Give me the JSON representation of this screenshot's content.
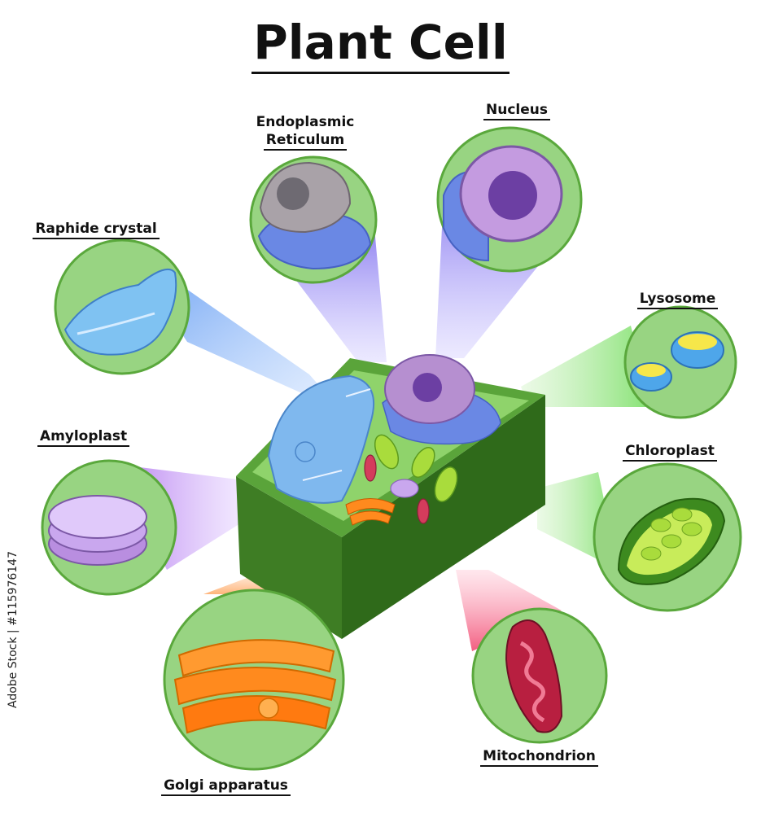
{
  "title": "Plant Cell",
  "labels": {
    "endoplasmic_reticulum_line1": "Endoplasmic",
    "endoplasmic_reticulum_line2": "Reticulum",
    "nucleus": "Nucleus",
    "raphide_crystal": "Raphide crystal",
    "lysosome": "Lysosome",
    "amyloplast": "Amyloplast",
    "chloroplast": "Chloroplast",
    "golgi_apparatus": "Golgi apparatus",
    "mitochondrion": "Mitochondrion"
  },
  "stock_id": "Adobe Stock | #115976147",
  "colors": {
    "circle_fill": "#98d482",
    "circle_stroke": "#5aa83c",
    "cell_wall": "#4a8f2a",
    "cytoplasm": "#8fd36b",
    "vacuole": "#7fb8ee",
    "nucleus": "#b68fd0",
    "er": "#6a88e4",
    "golgi": "#ff8a1e",
    "mitochondrion": "#d43c5c",
    "chloroplast": "#a9dc3c"
  }
}
